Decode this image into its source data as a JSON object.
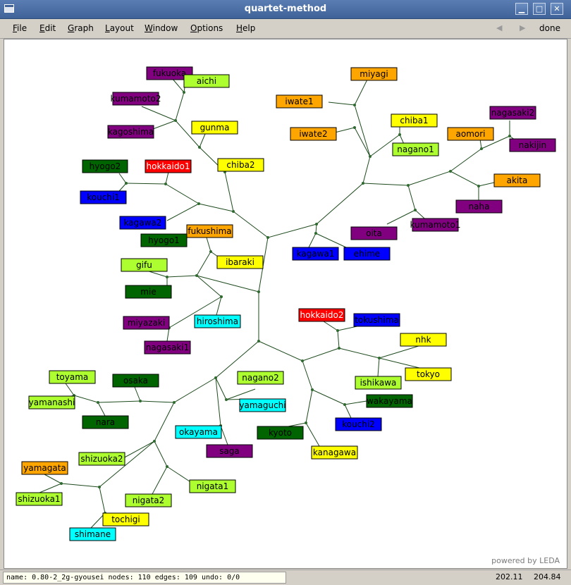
{
  "window": {
    "title": "quartet-method",
    "min_glyph": "▁",
    "max_glyph": "□",
    "close_glyph": "✕"
  },
  "menu": {
    "file": {
      "first": "F",
      "rest": "ile"
    },
    "edit": {
      "first": "E",
      "rest": "dit"
    },
    "graph": {
      "first": "G",
      "rest": "raph"
    },
    "layout": {
      "first": "L",
      "rest": "ayout"
    },
    "window": {
      "first": "W",
      "rest": "indow"
    },
    "options": {
      "first": "O",
      "rest": "ptions"
    },
    "help": {
      "first": "H",
      "rest": "elp"
    },
    "back_glyph": "◀",
    "forward_glyph": "▶",
    "done": "done"
  },
  "canvas": {
    "powered_by": "powered by LEDA"
  },
  "status": {
    "info": "name: 0.80-2_2g-gyousei  nodes: 110 edges: 109 undo: 0/0",
    "x": "202.11",
    "y": "204.84"
  },
  "colors": {
    "purple": "#800080",
    "lime": "#adff2f",
    "orange": "#ffa500",
    "yellow": "#ffff00",
    "green": "#006400",
    "red": "#ff0000",
    "blue": "#0000ff",
    "cyan": "#00ffff"
  },
  "graph": {
    "labels": [
      {
        "text": "fukuoka",
        "color": "purple"
      },
      {
        "text": "aichi",
        "color": "lime"
      },
      {
        "text": "kumamoto2",
        "color": "purple"
      },
      {
        "text": "kagoshima",
        "color": "purple"
      },
      {
        "text": "gunma",
        "color": "yellow"
      },
      {
        "text": "hyogo2",
        "color": "green"
      },
      {
        "text": "hokkaido1",
        "color": "red"
      },
      {
        "text": "chiba2",
        "color": "yellow"
      },
      {
        "text": "kouchi1",
        "color": "blue"
      },
      {
        "text": "kagawa2",
        "color": "blue"
      },
      {
        "text": "fukushima",
        "color": "orange"
      },
      {
        "text": "hyogo1",
        "color": "green"
      },
      {
        "text": "gifu",
        "color": "lime"
      },
      {
        "text": "ibaraki",
        "color": "yellow"
      },
      {
        "text": "mie",
        "color": "green"
      },
      {
        "text": "miyazaki",
        "color": "purple"
      },
      {
        "text": "hiroshima",
        "color": "cyan"
      },
      {
        "text": "nagasaki1",
        "color": "purple"
      },
      {
        "text": "miyagi",
        "color": "orange"
      },
      {
        "text": "iwate1",
        "color": "orange"
      },
      {
        "text": "iwate2",
        "color": "orange"
      },
      {
        "text": "chiba1",
        "color": "yellow"
      },
      {
        "text": "nagano1",
        "color": "lime"
      },
      {
        "text": "nagasaki2",
        "color": "purple"
      },
      {
        "text": "aomori",
        "color": "orange"
      },
      {
        "text": "nakijin",
        "color": "purple"
      },
      {
        "text": "akita",
        "color": "orange"
      },
      {
        "text": "naha",
        "color": "purple"
      },
      {
        "text": "oita",
        "color": "purple"
      },
      {
        "text": "kumamoto1",
        "color": "purple"
      },
      {
        "text": "kagawa1",
        "color": "blue"
      },
      {
        "text": "ehime",
        "color": "blue"
      },
      {
        "text": "hokkaido2",
        "color": "red"
      },
      {
        "text": "tokushima",
        "color": "blue"
      },
      {
        "text": "nhk",
        "color": "yellow"
      },
      {
        "text": "tokyo",
        "color": "yellow"
      },
      {
        "text": "ishikawa",
        "color": "lime"
      },
      {
        "text": "wakayama",
        "color": "green"
      },
      {
        "text": "kouchi2",
        "color": "blue"
      },
      {
        "text": "kyoto",
        "color": "green"
      },
      {
        "text": "kanagawa",
        "color": "yellow"
      },
      {
        "text": "toyama",
        "color": "lime"
      },
      {
        "text": "osaka",
        "color": "green"
      },
      {
        "text": "nagano2",
        "color": "lime"
      },
      {
        "text": "yamanashi",
        "color": "lime"
      },
      {
        "text": "yamaguchi",
        "color": "cyan"
      },
      {
        "text": "nara",
        "color": "green"
      },
      {
        "text": "okayama",
        "color": "cyan"
      },
      {
        "text": "saga",
        "color": "purple"
      },
      {
        "text": "shizuoka2",
        "color": "lime"
      },
      {
        "text": "yamagata",
        "color": "orange"
      },
      {
        "text": "nigata1",
        "color": "lime"
      },
      {
        "text": "shizuoka1",
        "color": "lime"
      },
      {
        "text": "nigata2",
        "color": "lime"
      },
      {
        "text": "tochigi",
        "color": "yellow"
      },
      {
        "text": "shimane",
        "color": "cyan"
      }
    ]
  }
}
